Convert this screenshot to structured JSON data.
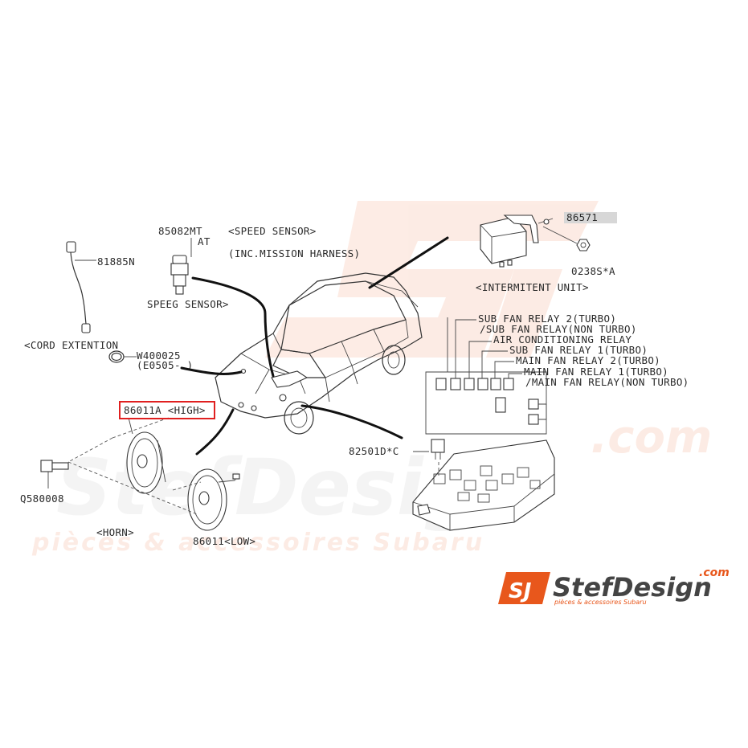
{
  "watermark": {
    "brand": "StefDesign",
    "domain": ".com",
    "tagline": "pièces & accessoires Subaru"
  },
  "logo": {
    "mark": "SJ",
    "brand": "StefDesign",
    "domain": ".com",
    "tagline": "pièces & accessoires Subaru",
    "accent_color": "#e8571c"
  },
  "parts": {
    "speed_sensor_number_mt": "85082MT",
    "speed_sensor_number_at": "AT",
    "speed_sensor_title": "<SPEED SENSOR>",
    "speed_sensor_note": "(INC.MISSION HARNESS)",
    "speed_sensor_label": "SPEEG SENSOR>",
    "cord_number": "81885N",
    "cord_label": "<CORD EXTENTION",
    "oring_number": "W400025",
    "oring_note": "(E0505-   )",
    "intermittent_number": "86571",
    "nut_number": "0238S*A",
    "intermittent_label": "<INTERMITENT UNIT>",
    "relay_number": "82501D*C",
    "horn_high": "86011A <HIGH>",
    "horn_low": "86011<LOW>",
    "horn_label": "<HORN>",
    "bolt_number": "Q580008"
  },
  "relays": [
    "SUB FAN RELAY 2(TURBO)",
    "/SUB FAN RELAY(NON TURBO)",
    "AIR CONDITIONING RELAY",
    "SUB FAN RELAY 1(TURBO)",
    "MAIN FAN RELAY 2(TURBO)",
    "MAIN FAN RELAY 1(TURBO)",
    "/MAIN FAN RELAY(NON TURBO)"
  ],
  "highlight_color": "#e02020"
}
